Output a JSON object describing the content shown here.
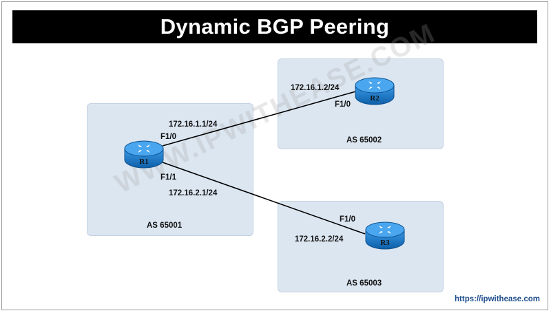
{
  "title": "Dynamic BGP Peering",
  "watermark": "WWW.IPWITHEASE.COM",
  "site_link": "https://ipwithease.com",
  "as_boxes": [
    {
      "id": "as1",
      "label": "AS 65001"
    },
    {
      "id": "as2",
      "label": "AS 65002"
    },
    {
      "id": "as3",
      "label": "AS 65003"
    }
  ],
  "routers": [
    {
      "id": "r1",
      "name": "R1"
    },
    {
      "id": "r2",
      "name": "R2"
    },
    {
      "id": "r3",
      "name": "R3"
    }
  ],
  "links": [
    {
      "from": "R1",
      "to": "R2",
      "from_ip": "172.16.1.1/24",
      "from_if": "F1/0",
      "to_ip": "172.16.1.2/24",
      "to_if": "F1/0"
    },
    {
      "from": "R1",
      "to": "R3",
      "from_ip": "172.16.2.1/24",
      "from_if": "F1/1",
      "to_ip": "172.16.2.2/24",
      "to_if": "F1/0"
    }
  ],
  "colors": {
    "title_bg": "#000000",
    "title_fg": "#ffffff",
    "as_box_fill": "#dce6f1",
    "router_body": "#1f7fd0",
    "link_text": "#1f4e8c"
  }
}
